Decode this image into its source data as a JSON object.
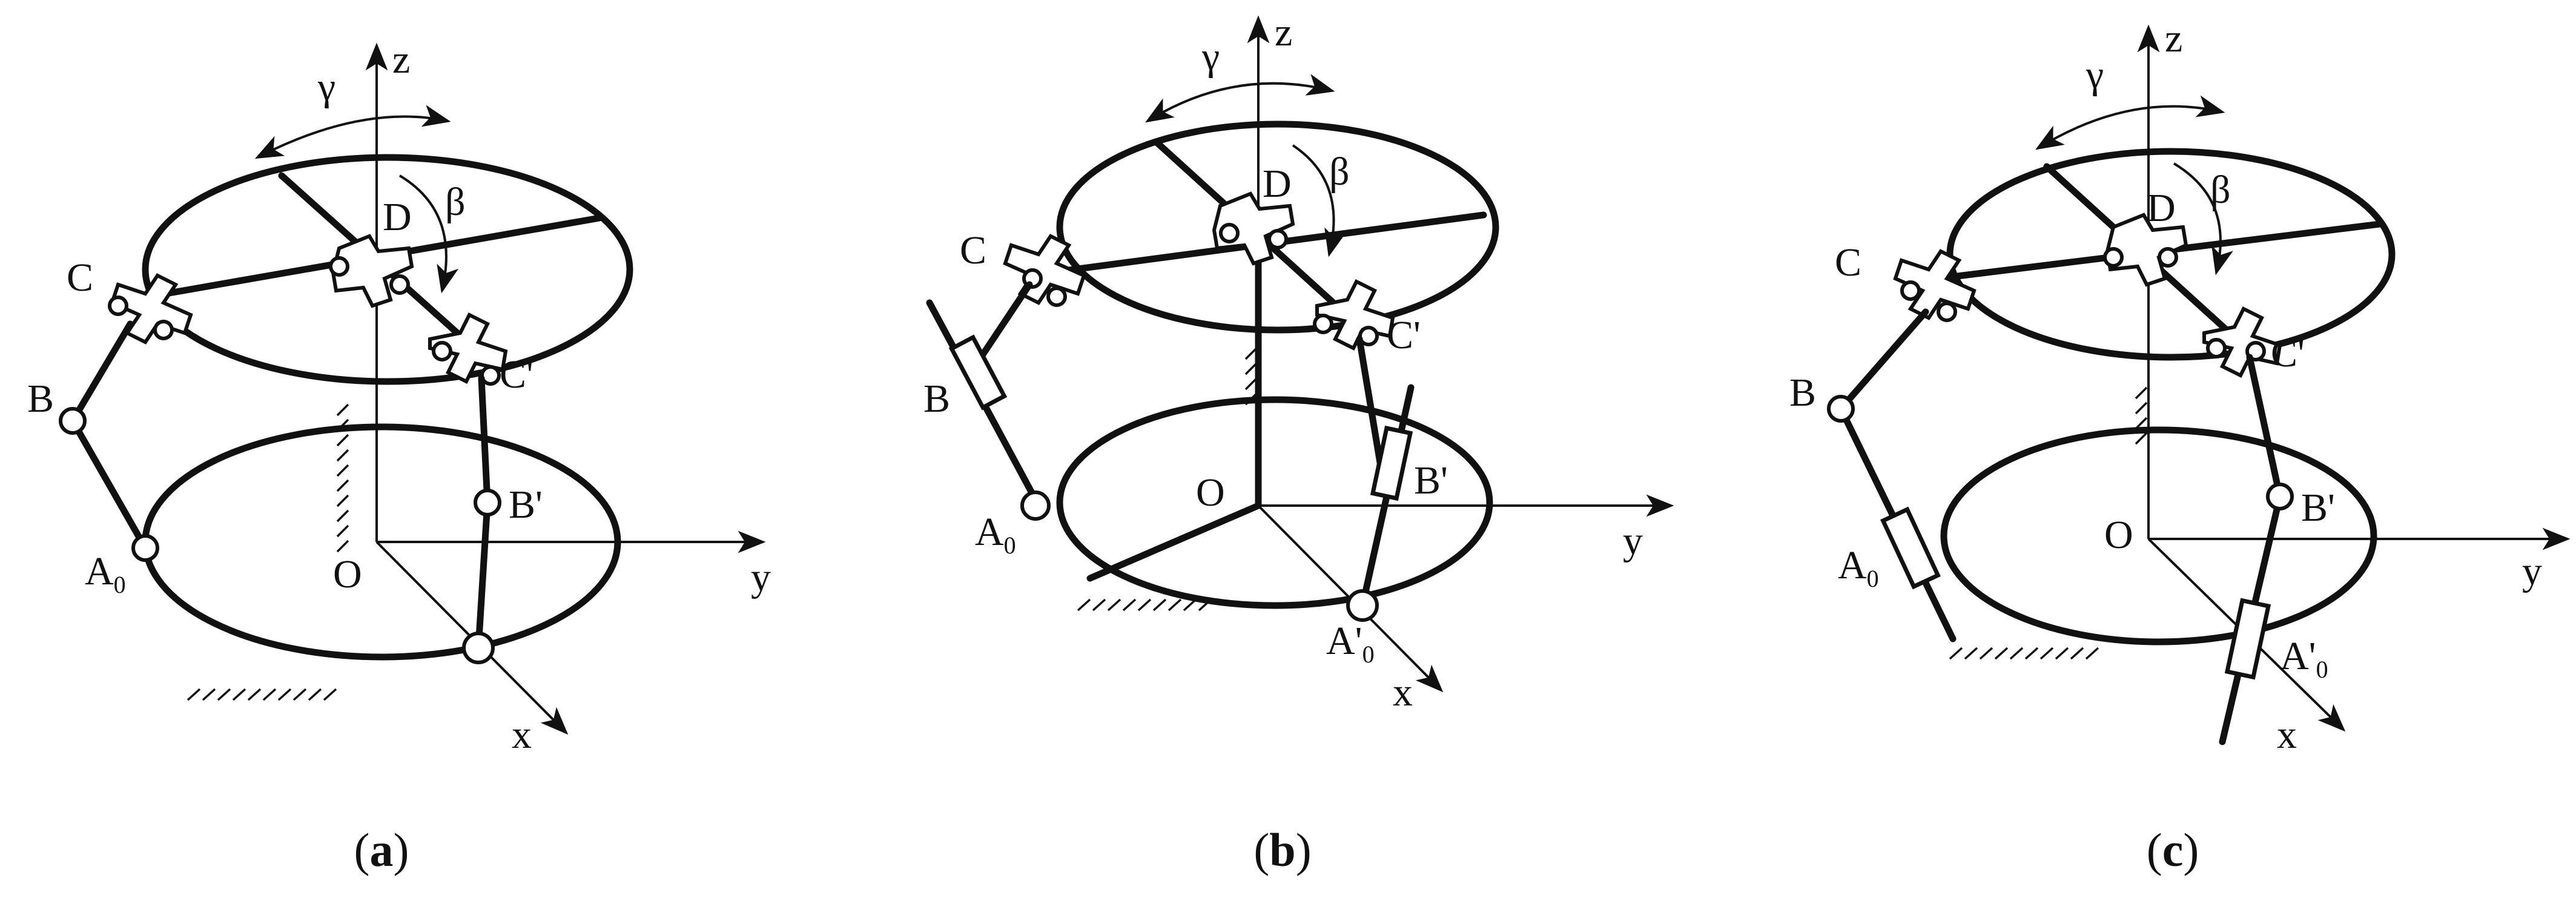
{
  "figure": {
    "panels": [
      {
        "id": "a",
        "caption": {
          "open": "(",
          "letter": "a",
          "close": ")"
        },
        "labels": {
          "z": "z",
          "y": "y",
          "x": "x",
          "o": "O",
          "gamma": "γ",
          "beta": "β",
          "d": "D",
          "c": "C",
          "c_prime": "C'",
          "b": "B",
          "b_prime": "B'",
          "a0": "A",
          "a0_sub": "0"
        }
      },
      {
        "id": "b",
        "caption": {
          "open": "(",
          "letter": "b",
          "close": ")"
        },
        "labels": {
          "z": "z",
          "y": "y",
          "x": "x",
          "o": "O",
          "gamma": "γ",
          "beta": "β",
          "d": "D",
          "c": "C",
          "c_prime": "C'",
          "b": "B",
          "b_prime": "B'",
          "a0": "A",
          "a0_sub": "0",
          "a0_prime": "A'",
          "a0_prime_sub": "0"
        }
      },
      {
        "id": "c",
        "caption": {
          "open": "(",
          "letter": "c",
          "close": ")"
        },
        "labels": {
          "z": "z",
          "y": "y",
          "x": "x",
          "o": "O",
          "gamma": "γ",
          "beta": "β",
          "d": "D",
          "c": "C",
          "c_prime": "C'",
          "b": "B",
          "b_prime": "B'",
          "a0": "A",
          "a0_sub": "0",
          "a0_prime": "A'",
          "a0_prime_sub": "0"
        }
      }
    ]
  }
}
